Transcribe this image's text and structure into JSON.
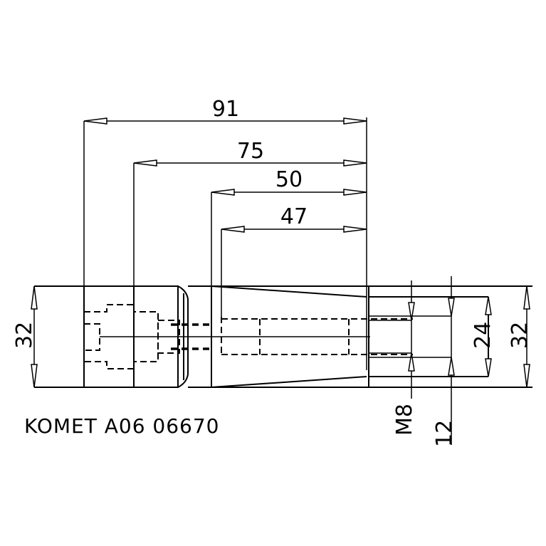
{
  "dimensions": {
    "d91": "91",
    "d75": "75",
    "d50": "50",
    "d47": "47",
    "d32_left": "32",
    "d24": "24",
    "d32_right": "32",
    "thread": "M8",
    "d12": "12"
  },
  "caption": "KOMET A06 06670"
}
